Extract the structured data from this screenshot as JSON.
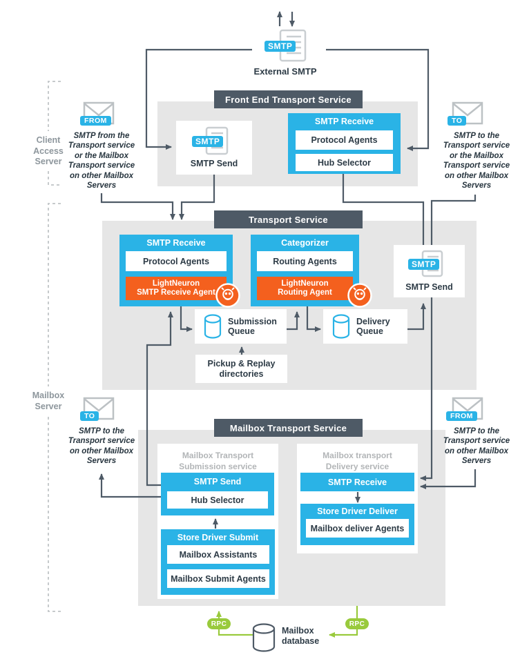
{
  "colors": {
    "cyan": "#2ab3e6",
    "orange": "#f4601e",
    "slate": "#4e5a66",
    "green": "#99ca3c",
    "panel_gray": "#e6e6e6",
    "text_dark": "#2d3b46"
  },
  "top": {
    "external_label": "External SMTP",
    "smtp_badge": "SMTP"
  },
  "rails": {
    "client_access_server": "Client\nAccess\nServer",
    "mailbox_server": "Mailbox\nServer",
    "from_badge": "FROM",
    "to_badge": "TO",
    "left_top_text": "SMTP from the\nTransport service\nor the Mailbox\nTransport service\non other Mailbox\nServers",
    "right_top_text": "SMTP to the\nTransport service\nor the Mailbox\nTransport service\non other Mailbox\nServers",
    "left_mid_text": "SMTP to the\nTransport service\non other Mailbox\nServers",
    "right_mid_text": "SMTP to the\nTransport service\non other Mailbox\nServers"
  },
  "front_end": {
    "header": "Front End Transport Service",
    "smtp_send": "SMTP Send",
    "smtp_receive": "SMTP Receive",
    "protocol_agents": "Protocol Agents",
    "hub_selector": "Hub Selector"
  },
  "transport": {
    "header": "Transport Service",
    "smtp_receive": "SMTP Receive",
    "protocol_agents": "Protocol Agents",
    "lightneuron_receive": "LightNeuron\nSMTP Receive Agent",
    "categorizer": "Categorizer",
    "routing_agents": "Routing Agents",
    "lightneuron_routing": "LightNeuron\nRouting Agent",
    "smtp_send": "SMTP Send",
    "submission_queue": "Submission\nQueue",
    "delivery_queue": "Delivery\nQueue",
    "pickup": "Pickup & Replay\ndirectories"
  },
  "mailbox": {
    "header": "Mailbox Transport Service",
    "submission_title": "Mailbox Transport\nSubmission service",
    "smtp_send": "SMTP Send",
    "hub_selector": "Hub Selector",
    "store_driver_submit": "Store Driver Submit",
    "mailbox_assistants": "Mailbox Assistants",
    "mailbox_submit_agents": "Mailbox Submit Agents",
    "delivery_title": "Mailbox transport\nDelivery service",
    "smtp_receive": "SMTP Receive",
    "store_driver_deliver": "Store Driver Deliver",
    "mailbox_deliver_agents": "Mailbox deliver Agents"
  },
  "bottom": {
    "rpc": "RPC",
    "mailbox_database": "Mailbox\ndatabase"
  }
}
